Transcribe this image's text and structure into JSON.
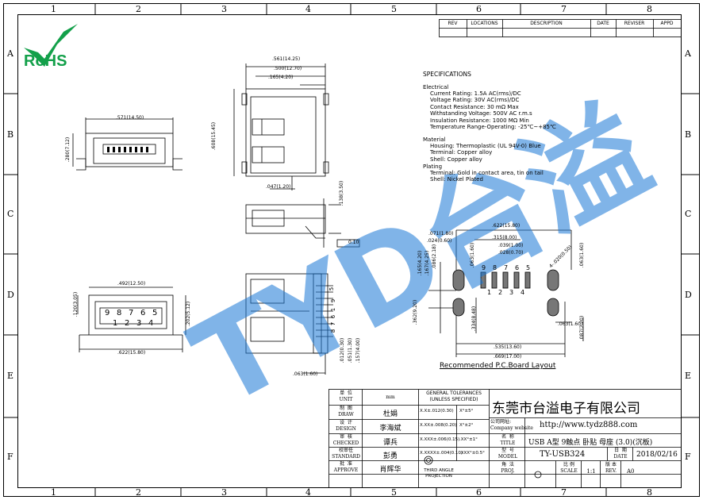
{
  "border": {
    "columns": [
      "1",
      "2",
      "3",
      "4",
      "5",
      "6",
      "7",
      "8"
    ],
    "rows": [
      "A",
      "B",
      "C",
      "D",
      "E",
      "F"
    ]
  },
  "revision_table": {
    "headers": [
      "REV",
      "LOCATIONS",
      "DESCRIPTION",
      "DATE",
      "REVISER",
      "APPD"
    ]
  },
  "logo": {
    "text": "RoHS",
    "color": "#13a04a"
  },
  "watermark": {
    "text": "TYD台溢",
    "color": "#1a78d6"
  },
  "specifications": {
    "title": "SPECIFICATIONS",
    "electrical_title": "Electrical",
    "electrical": [
      "Current Rating: 1.5A AC(rms)/DC",
      "Voltage Rating: 30V AC(rms)/DC",
      "Contact Resistance: 30 mΩ Max",
      "Withstanding Voltage: 500V AC r.m.s",
      "Insulation Resistance: 1000 MΩ Min",
      "Temperature Range-Operating: -25℃~+85℃"
    ],
    "material_title": "Material",
    "material": [
      "Housing: Thermoplastic (UL 94V-0)  Blue",
      "Terminal: Copper alloy",
      "Shell: Copper alloy"
    ],
    "plating_title": "Plating",
    "plating": [
      "Terminal: Gold in contact area, tin on tail",
      "Shell: Nickel Plated"
    ]
  },
  "dimensions": {
    "top_view": {
      "width_1": ".561(14.25)",
      "width_2": ".500(12.70)",
      "width_3": ".165(4.20)",
      "height": ".608(15.45)",
      "bottom": ".047(1.20)"
    },
    "front_top": {
      "width": ".571(14.50)",
      "height": ".280(7.12)"
    },
    "side_view": {
      "height": ".138(3.50)",
      "flatness": "0.10"
    },
    "front_bottom": {
      "width_top": ".492(12.50)",
      "width_bottom": ".622(15.80)",
      "height_left": ".120(3.05)",
      "height_right": ".202(5.12)",
      "pins_top": [
        "9",
        "8",
        "7",
        "6",
        "5"
      ],
      "pins_bottom": [
        "1",
        "2",
        "3",
        "4"
      ]
    },
    "side_pins": {
      "pins_a": [
        "5",
        "9"
      ],
      "pins_b": [
        "1",
        "6",
        "7",
        "8"
      ],
      "dim_1": ".012(0.30)",
      "dim_2": ".051(1.30)",
      "dim_3": ".157(4.00)",
      "bottom": ".063(1.60)"
    },
    "pcb": {
      "title": "Recommended  P.C.Board  Layout",
      "top_width": ".622(15.80)",
      "d_315": ".315(8.00)",
      "d_039": ".039(1.00)",
      "d_028": ".028(0.70)",
      "d_071": ".071(1.80)",
      "d_024": ".024(0.60)",
      "d_063a": ".063(1.60)",
      "d_063b": ".063(1.60)",
      "d_020": "4-.020(0.50)",
      "d_165": ".165(4.20)",
      "d_167": ".167(4.25)",
      "d_086": ".086(2.18)",
      "d_362": ".362(9.20)",
      "d_334": ".334(8.48)",
      "d_063c": ".063(1.60)",
      "d_087": ".087(2.20)",
      "d_535": ".535(13.60)",
      "d_669": ".669(17.00)",
      "pins_top": [
        "9",
        "8",
        "7",
        "6",
        "5"
      ],
      "pins_bottom": [
        "1",
        "2",
        "3",
        "4"
      ]
    }
  },
  "title_block": {
    "unit_label": "单  位\nUNIT",
    "unit_value": "mm",
    "draw_label": "制  图\nDRAW",
    "draw_value": "杜娟",
    "design_label": "设  计\nDESIGN",
    "design_value": "李海斌",
    "checked_label": "审  核\nCHECKED",
    "checked_value": "谭兵",
    "standard_label": "校审任\nSTANDARD",
    "standard_value": "彭勇",
    "approve_label": "批  准\nAPPROVE",
    "approve_value": "肖辉华",
    "tolerance_title": "GENERAL TOLERANCES\n(UNLESS SPECIFIED)",
    "tolerances": [
      [
        "X.X±.012(0.30)",
        "X°±5°"
      ],
      [
        "X.XX±.008(0.20)",
        "X°±2°"
      ],
      [
        "X.XXX±.006(0.15)",
        ".XX°±1°"
      ],
      [
        "X.XXXX±.004(0.10)",
        ".XXX°±0.5°"
      ]
    ],
    "projection": "THIRD ANGLE\nPROJECTION",
    "company": "东莞市台溢电子有限公司",
    "website_label": "公司网址:\nCompany website",
    "website": "http://www.tydz888.com",
    "name_label": "名  称\nTITLE",
    "name_value": "USB A型 9触点 卧贴 母座 (3.0)(沉板)",
    "model_label": "型  号\nMODEL",
    "model_value": "TY-USB324",
    "date_label": "日  期\nDATE",
    "date_value": "2018/02/16",
    "angle_label": "角  法\nPROJ.",
    "scale_label": "比 例\nSCALE",
    "scale_value": "1:1",
    "rev_label": "版 本\nREV.",
    "rev_value": "A0"
  }
}
